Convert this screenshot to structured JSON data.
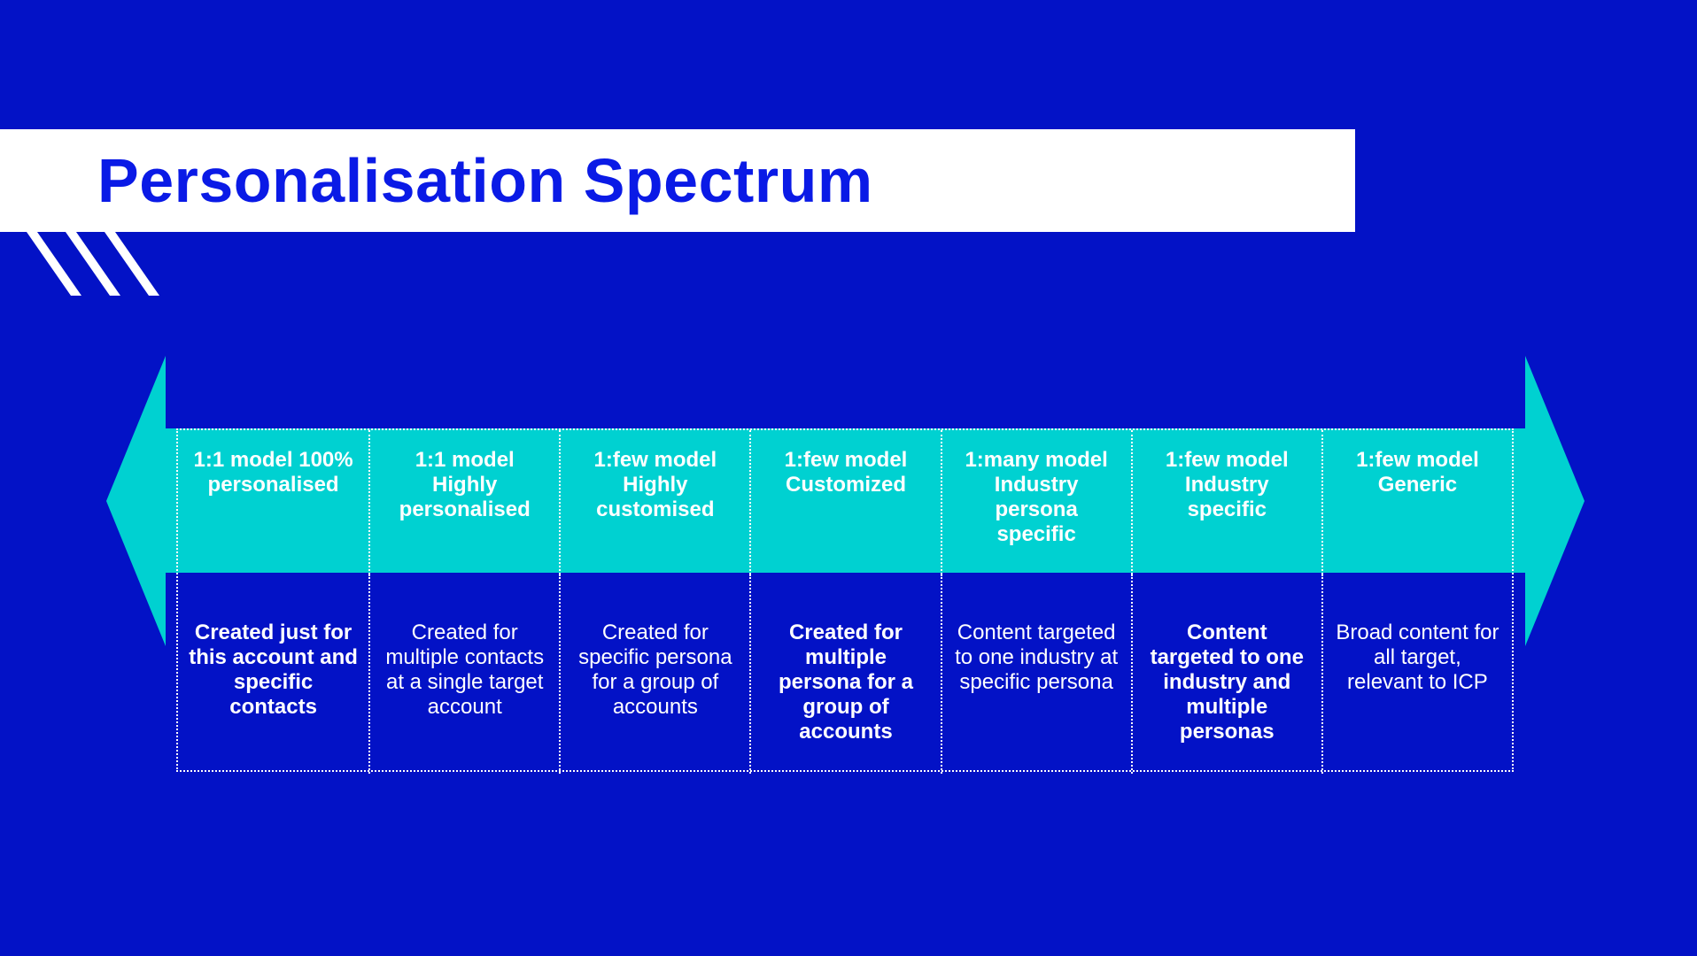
{
  "title": "Personalisation Spectrum",
  "colors": {
    "background": "#0312C6",
    "title_text": "#0A1AE6",
    "title_bar": "#FFFFFF",
    "arrow": "#00D1D1",
    "text": "#FFFFFF"
  },
  "columns": [
    {
      "model": "1:1 model 100% personalised",
      "description": "Created just for this account and specific contacts",
      "bold": true
    },
    {
      "model": "1:1 model Highly personalised",
      "description": "Created for multiple contacts at a single target account",
      "bold": false
    },
    {
      "model": "1:few model Highly customised",
      "description": "Created for specific persona for a group of accounts",
      "bold": false
    },
    {
      "model": "1:few model Customized",
      "description": "Created for multiple persona for a group of accounts",
      "bold": true
    },
    {
      "model": "1:many model Industry persona specific",
      "description": "Content targeted to one industry at specific persona",
      "bold": false
    },
    {
      "model": "1:few model Industry specific",
      "description": "Content targeted to one industry and multiple personas",
      "bold": true
    },
    {
      "model": "1:few model Generic",
      "description": "Broad content for all target, relevant to ICP",
      "bold": false
    }
  ]
}
